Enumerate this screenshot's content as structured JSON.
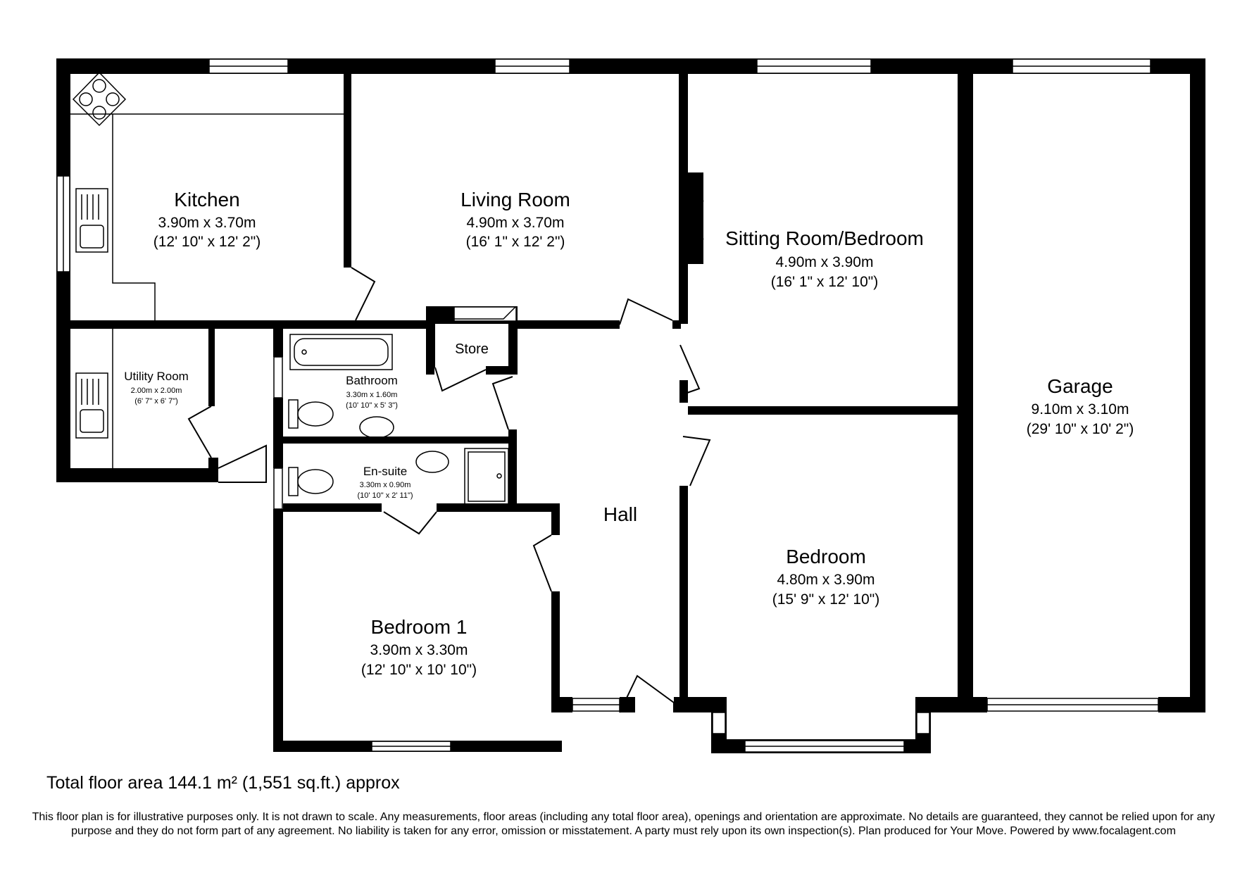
{
  "rooms": [
    {
      "id": "kitchen",
      "name": "Kitchen",
      "metric": "3.90m x 3.70m",
      "imperial": "(12' 10\" x 12' 2\")"
    },
    {
      "id": "living",
      "name": "Living Room",
      "metric": "4.90m x 3.70m",
      "imperial": "(16' 1\" x 12' 2\")"
    },
    {
      "id": "sitting",
      "name": "Sitting Room/Bedroom",
      "metric": "4.90m x 3.90m",
      "imperial": "(16' 1\" x 12' 10\")"
    },
    {
      "id": "garage",
      "name": "Garage",
      "metric": "9.10m x 3.10m",
      "imperial": "(29' 10\" x 10' 2\")"
    },
    {
      "id": "utility",
      "name": "Utility Room",
      "metric": "2.00m x 2.00m",
      "imperial": "(6' 7\" x 6' 7\")"
    },
    {
      "id": "bathroom",
      "name": "Bathroom",
      "metric": "3.30m x 1.60m",
      "imperial": "(10' 10\" x 5' 3\")"
    },
    {
      "id": "store",
      "name": "Store"
    },
    {
      "id": "ensuite",
      "name": "En-suite",
      "metric": "3.30m x 0.90m",
      "imperial": "(10' 10\" x 2' 11\")"
    },
    {
      "id": "hall",
      "name": "Hall"
    },
    {
      "id": "bedroom",
      "name": "Bedroom",
      "metric": "4.80m x 3.90m",
      "imperial": "(15' 9\" x 12' 10\")"
    },
    {
      "id": "bedroom1",
      "name": "Bedroom 1",
      "metric": "3.90m x 3.30m",
      "imperial": "(12' 10\" x 10' 10\")"
    }
  ],
  "total_area": "Total floor area 144.1 m² (1,551 sq.ft.) approx",
  "disclaimer": "This floor plan is for illustrative purposes only. It is not drawn to scale. Any measurements, floor areas (including any total floor area), openings and orientation are approximate. No details are guaranteed, they cannot be relied upon for any purpose and they do not form part of any agreement. No liability is taken for any error, omission or misstatement. A party must rely upon its own inspection(s).  Plan produced for Your Move. Powered by www.focalagent.com"
}
